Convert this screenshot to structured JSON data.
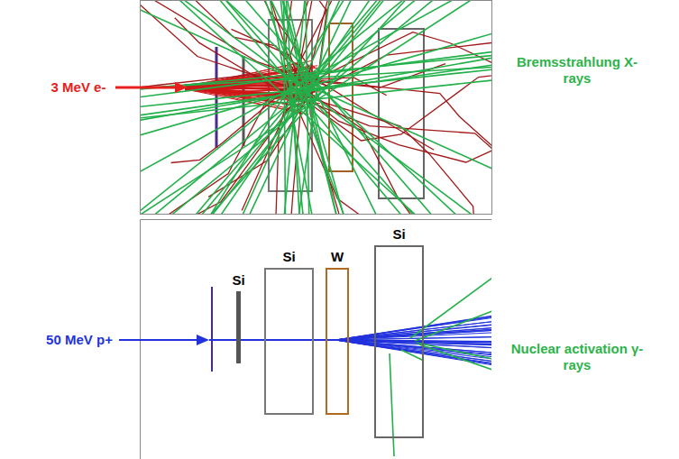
{
  "diagram": {
    "nodes": [
      {
        "text": [
          "Si"
        ]
      },
      {
        "text": [
          "Si"
        ]
      },
      {
        "text": [
          "W"
        ]
      },
      {
        "text": [
          "Si"
        ]
      }
    ],
    "labels": [
      "3 MeV e-",
      "Bremsstrahlung X-rays",
      "50 MeV p+",
      "Nuclear activation γ-rays"
    ]
  }
}
